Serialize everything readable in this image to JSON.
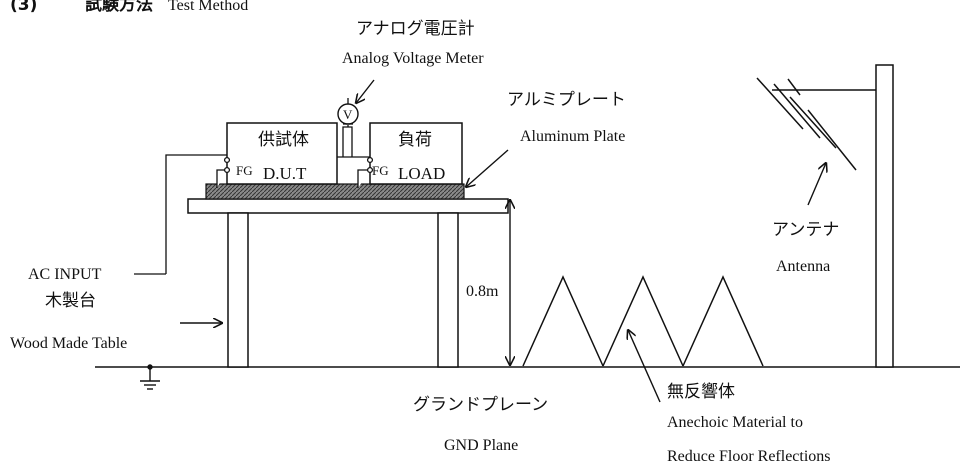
{
  "header": {
    "label": "(3)",
    "title_jp": "試験方法",
    "title_en": "Test Method"
  },
  "labels": {
    "voltmeter_jp": "アナログ電圧計",
    "voltmeter_en": "Analog Voltage Meter",
    "voltmeter_symbol": "V",
    "aluminum_jp": "アルミプレート",
    "aluminum_en": "Aluminum Plate",
    "dut_jp": "供試体",
    "dut_en": "D.U.T",
    "load_jp": "負荷",
    "load_en": "LOAD",
    "fg": "FG",
    "ac_input": "AC INPUT",
    "table_jp": "木製台",
    "table_en": "Wood Made Table",
    "height": "0.8m",
    "antenna_jp": "アンテナ",
    "antenna_en": "Antenna",
    "gnd_jp": "グランドプレーン",
    "gnd_en": "GND Plane",
    "anechoic_jp": "無反響体",
    "anechoic_en1": "Anechoic Material to",
    "anechoic_en2": "Reduce Floor Reflections"
  }
}
